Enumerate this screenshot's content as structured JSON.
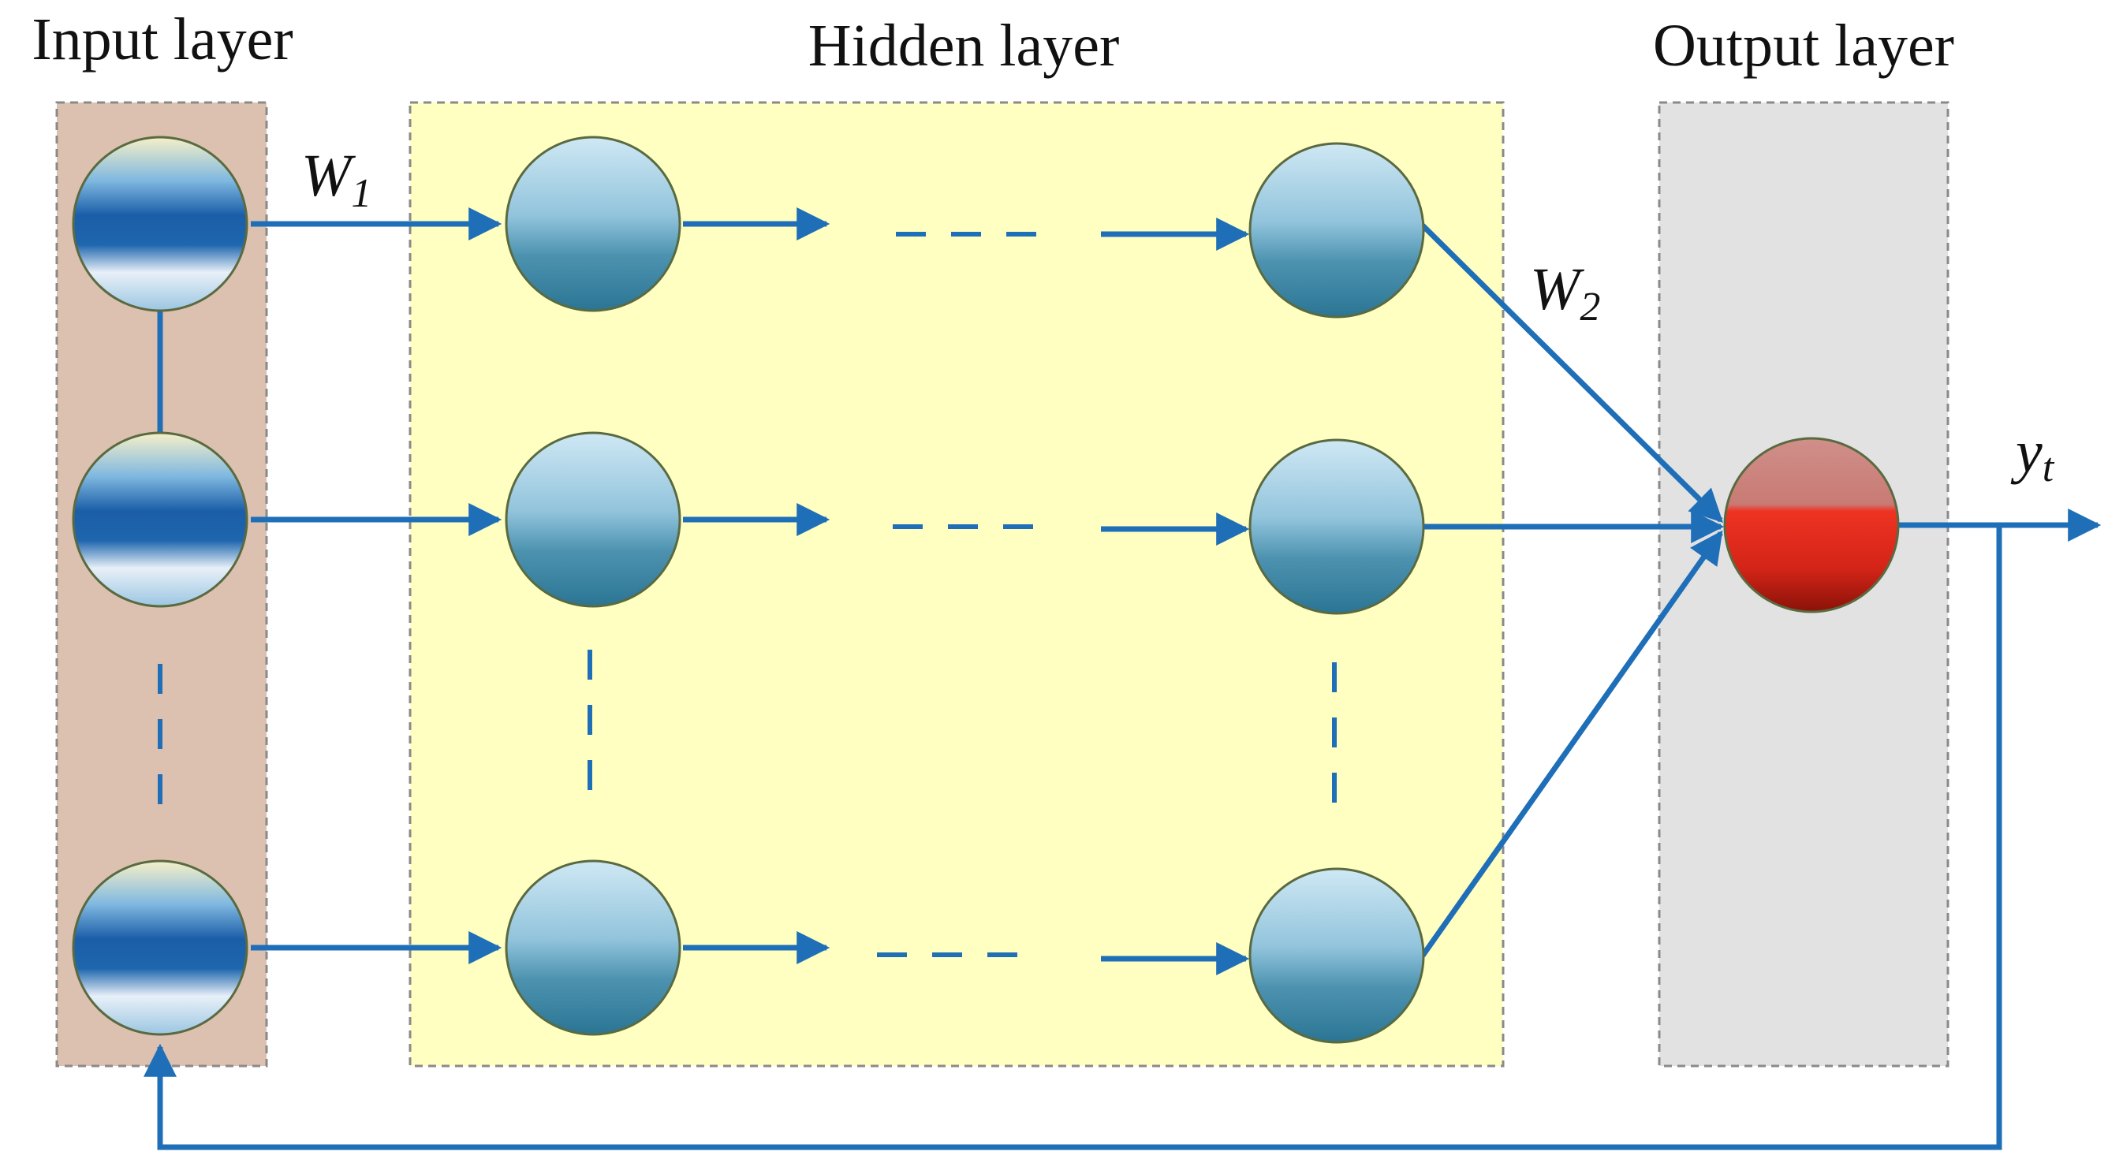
{
  "layers": {
    "input": {
      "title": "Input layer"
    },
    "hidden": {
      "title": "Hidden layer"
    },
    "output": {
      "title": "Output layer"
    }
  },
  "weights": {
    "w1": {
      "base": "W",
      "sub": "1"
    },
    "w2": {
      "base": "W",
      "sub": "2"
    }
  },
  "output_label": {
    "base": "y",
    "sub": "t"
  },
  "colors": {
    "input_panel": "#dcc0b0",
    "hidden_panel": "#ffffc2",
    "output_panel": "#e2e2e2",
    "connection": "#1f6fb8",
    "output_node": "#e02a1e"
  }
}
